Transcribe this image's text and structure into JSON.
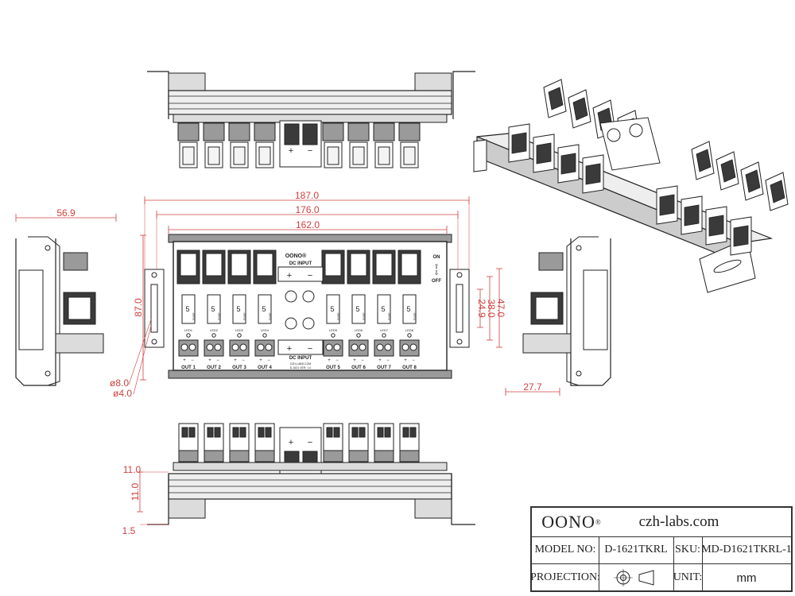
{
  "dimensions": {
    "width_187": "187.0",
    "width_176": "176.0",
    "width_162": "162.0",
    "height_87": "87.0",
    "depth_56_9": "56.9",
    "hole_8": "ø8.0",
    "hole_4": "ø4.0",
    "v_24_9": "24.9",
    "v_38": "38.0",
    "v_47": "47.0",
    "side_27_7": "27.7",
    "h_11": "11.0",
    "h_1_5": "1.5"
  },
  "board": {
    "logo": "OONO",
    "logo_mark": "®",
    "dc_input_top": "DC INPUT",
    "dc_input_bottom": "DC INPUT",
    "plus": "+",
    "minus": "−",
    "on": "ON",
    "off": "OFF",
    "fuse_value": "5",
    "fuse_text": "FUSE",
    "model_small": "CZH-LABS.COM",
    "version_small": "D-1621  VER: 1.0",
    "led_labels": [
      "LED1",
      "LED2",
      "LED3",
      "LED4",
      "LED5",
      "LED6",
      "LED7",
      "LED8"
    ],
    "outputs": [
      "OUT 1",
      "OUT 2",
      "OUT 3",
      "OUT 4",
      "OUT 5",
      "OUT 6",
      "OUT 7",
      "OUT 8"
    ]
  },
  "title_block": {
    "brand": "OONO",
    "brand_mark": "®",
    "site": "czh-labs.com",
    "model_label": "MODEL NO:",
    "model_value": "D-1621TKRL",
    "sku_label": "SKU:",
    "sku_value": "MD-D1621TKRL-1",
    "projection_label": "PROJECTION:",
    "unit_label": "UNIT:",
    "unit_value": "mm"
  },
  "colors": {
    "line": "#222222",
    "dimension": "#d04040",
    "fill_dark": "#3a3a3a",
    "fill_mid": "#9a9a9a",
    "fill_light": "#dcdcdc"
  }
}
